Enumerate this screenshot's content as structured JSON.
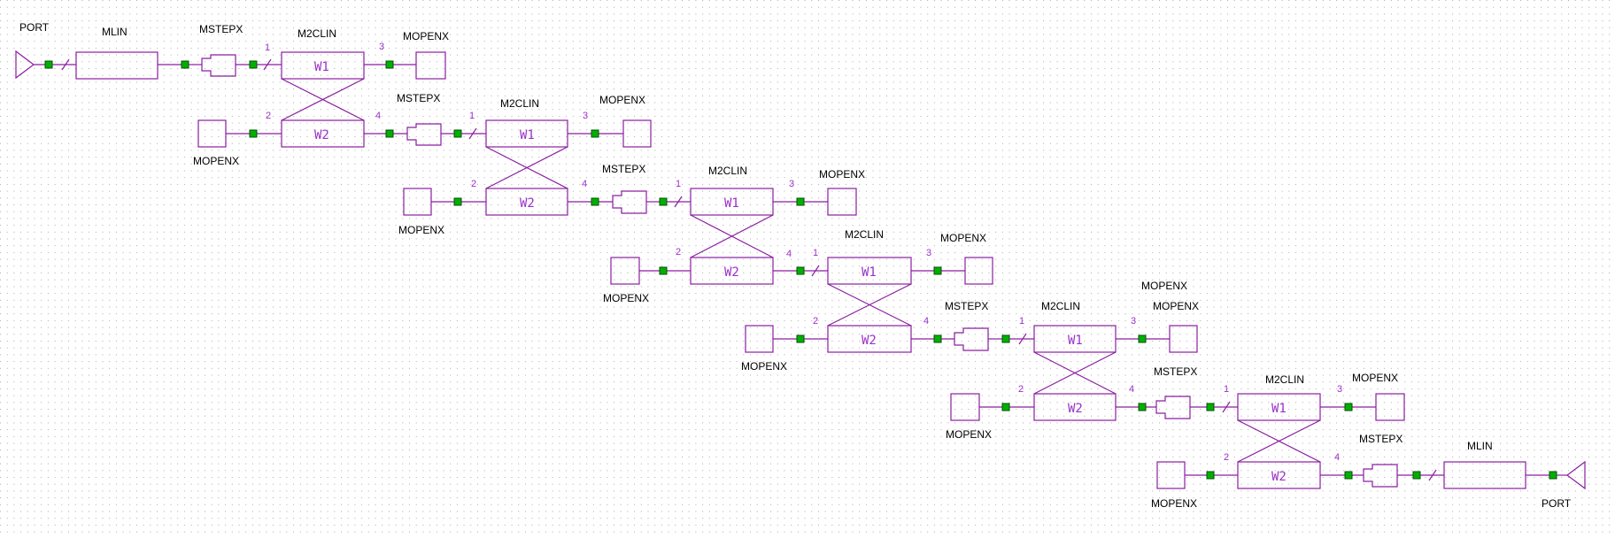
{
  "schematic": {
    "colors": {
      "wire": "#8a1fa0",
      "text_purple": "#9b30c8",
      "node_fill": "#00b000",
      "node_stroke": "#005000",
      "grid": "#a8a8a8",
      "label": "#000000"
    },
    "labels": {
      "port": "PORT",
      "mlin": "MLIN",
      "mstepx": "MSTEPX",
      "m2clin": "M2CLIN",
      "mopenx": "MOPENX"
    },
    "pins": {
      "p1": "1",
      "p2": "2",
      "p3": "3",
      "p4": "4"
    },
    "line_labels": {
      "w1": "W1",
      "w2": "W2"
    },
    "coupled_sections": [
      {
        "index": 1
      },
      {
        "index": 2
      },
      {
        "index": 3
      },
      {
        "index": 4
      },
      {
        "index": 5
      },
      {
        "index": 6
      }
    ]
  }
}
